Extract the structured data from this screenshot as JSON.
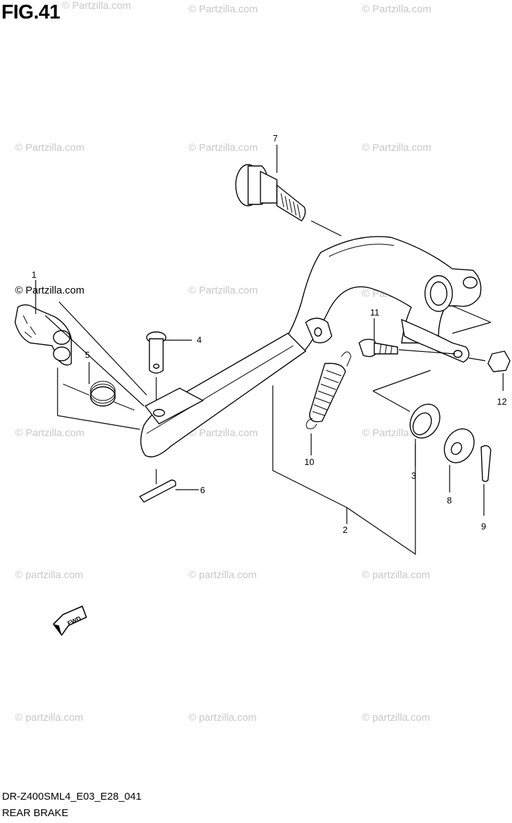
{
  "figure": {
    "title": "FIG.41",
    "diagram_code": "DR-Z400SML4_E03_E28_041",
    "diagram_name": "REAR BRAKE",
    "fwd_label": "FWD"
  },
  "watermark": {
    "text": "© Partzilla.com",
    "lower_text": "© partzilla.com",
    "color": "#c8c8c8"
  },
  "callouts": [
    "1",
    "2",
    "3",
    "4",
    "5",
    "6",
    "7",
    "8",
    "9",
    "10",
    "11",
    "12"
  ]
}
